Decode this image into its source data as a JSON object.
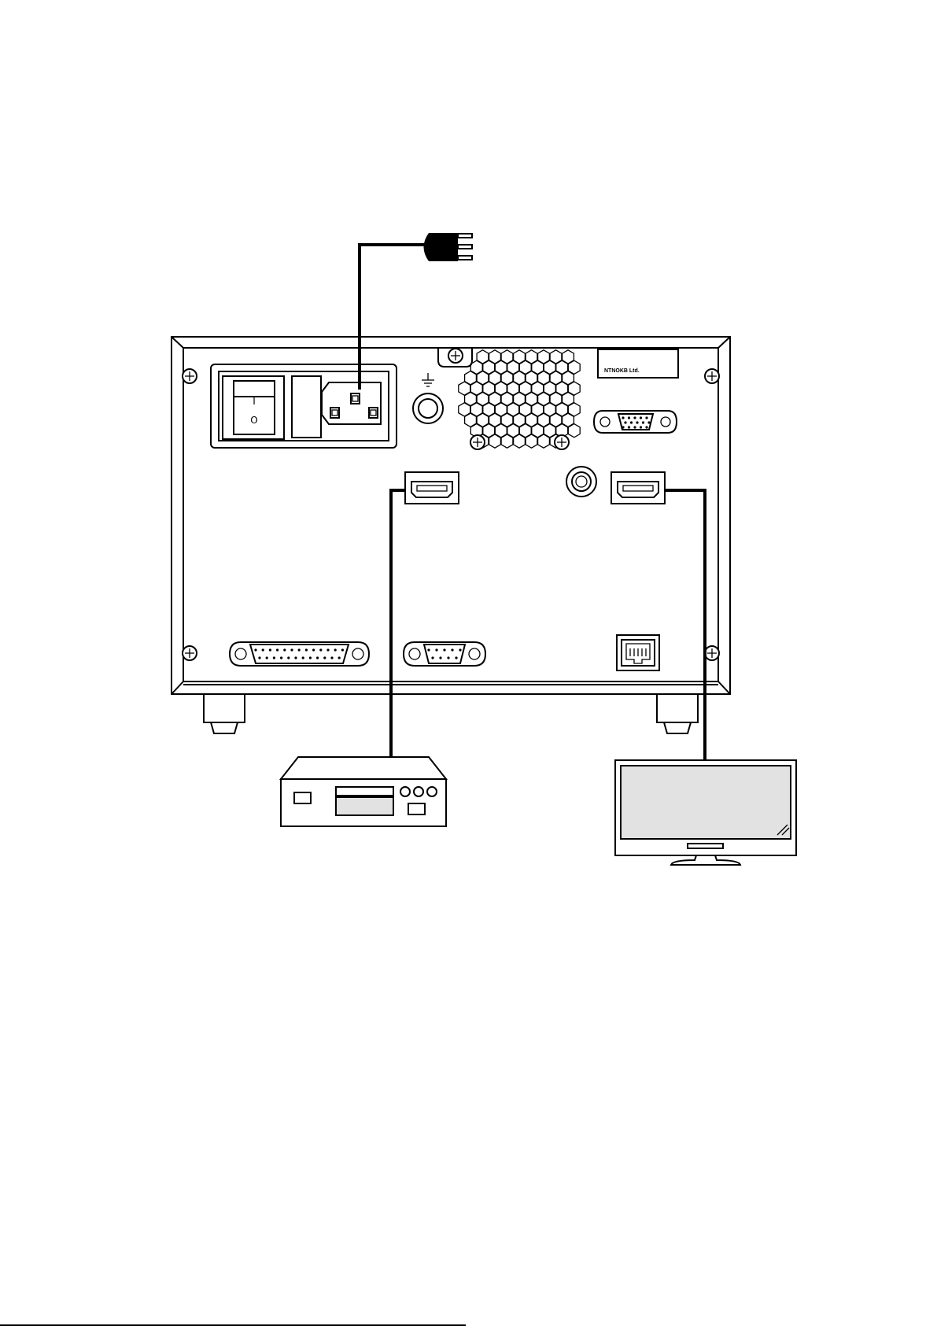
{
  "labels": {
    "power_switch_on": "I",
    "power_switch_off": "O",
    "nameplate": "NTNOKB Ltd."
  },
  "icons": {
    "ground": "ground-icon",
    "power_plug": "power-plug-icon",
    "screw": "screw-icon"
  },
  "colors": {
    "line": "#000000",
    "background": "#ffffff",
    "screen_fill": "#e2e2e2"
  }
}
